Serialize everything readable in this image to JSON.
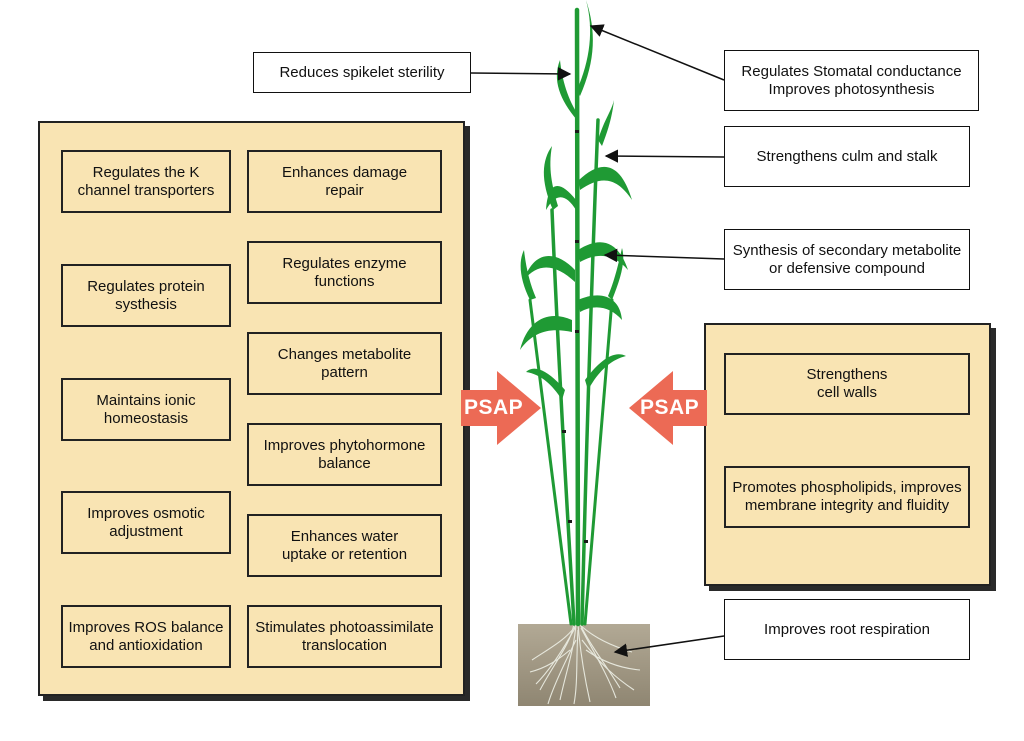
{
  "left_panel": {
    "items": [
      "Regulates the K\nchannel transporters",
      "Enhances damage\nrepair",
      "Regulates protein\nsysthesis",
      "Regulates enzyme\nfunctions",
      "Changes metabolite\npattern",
      "Maintains ionic\nhomeostasis",
      "Improves phytohormone\nbalance",
      "Improves osmotic\nadjustment",
      "Enhances water\nuptake or retention",
      "Improves ROS balance\nand antioxidation",
      "Stimulates photoassimilate\ntranslocation"
    ]
  },
  "right_panel": {
    "items": [
      "Strengthens\ncell walls",
      "Promotes phospholipids, improves\nmembrane integrity and fluidity"
    ]
  },
  "callouts": {
    "spikelet": "Reduces spikelet sterility",
    "stomatal": "Regulates Stomatal conductance\nImproves photosynthesis",
    "culm": "Strengthens culm and stalk",
    "secondary": "Synthesis of secondary metabolite\nor defensive compound",
    "root": "Improves root respiration"
  },
  "arrows": {
    "left_label": "PSAP",
    "right_label": "PSAP",
    "color": "#ec6a55"
  },
  "colors": {
    "panel_fill": "#f9e4b3",
    "plant_green": "#1f9a34",
    "soil": "#a49a86"
  }
}
